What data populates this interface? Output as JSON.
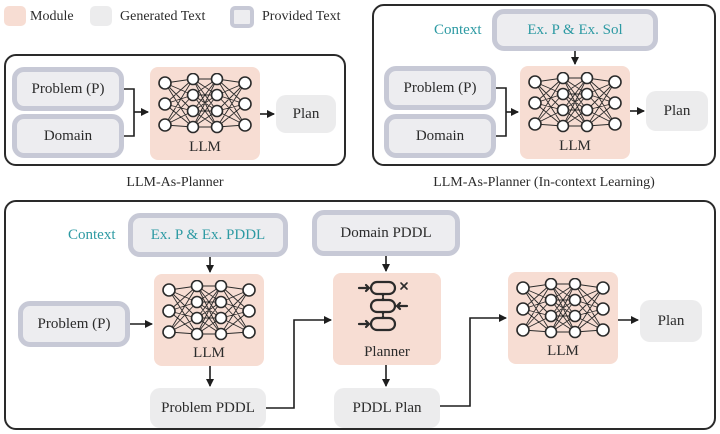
{
  "legend": {
    "module": "Module",
    "generated": "Generated Text",
    "provided": "Provided Text"
  },
  "colors": {
    "module_fill": "#f7ddd3",
    "provided_fill": "#ededf0",
    "provided_border": "#c7c9d6",
    "generated_fill": "#ececed",
    "context_text": "#2d9aa3"
  },
  "panel1": {
    "caption": "LLM-As-Planner",
    "problem": "Problem (P)",
    "domain": "Domain",
    "llm": "LLM",
    "plan": "Plan"
  },
  "panel2": {
    "caption": "LLM-As-Planner (In-context Learning)",
    "context_label": "Context",
    "context_box": "Ex. P & Ex. Sol",
    "problem": "Problem (P)",
    "domain": "Domain",
    "llm": "LLM",
    "plan": "Plan"
  },
  "panel3": {
    "context_label": "Context",
    "context_box": "Ex. P & Ex. PDDL",
    "problem": "Problem (P)",
    "llm1": "LLM",
    "problem_pddl": "Problem PDDL",
    "domain_pddl": "Domain PDDL",
    "planner": "Planner",
    "pddl_plan": "PDDL Plan",
    "llm2": "LLM",
    "plan": "Plan"
  },
  "icons": [
    "neural-network-icon",
    "planner-icon"
  ]
}
